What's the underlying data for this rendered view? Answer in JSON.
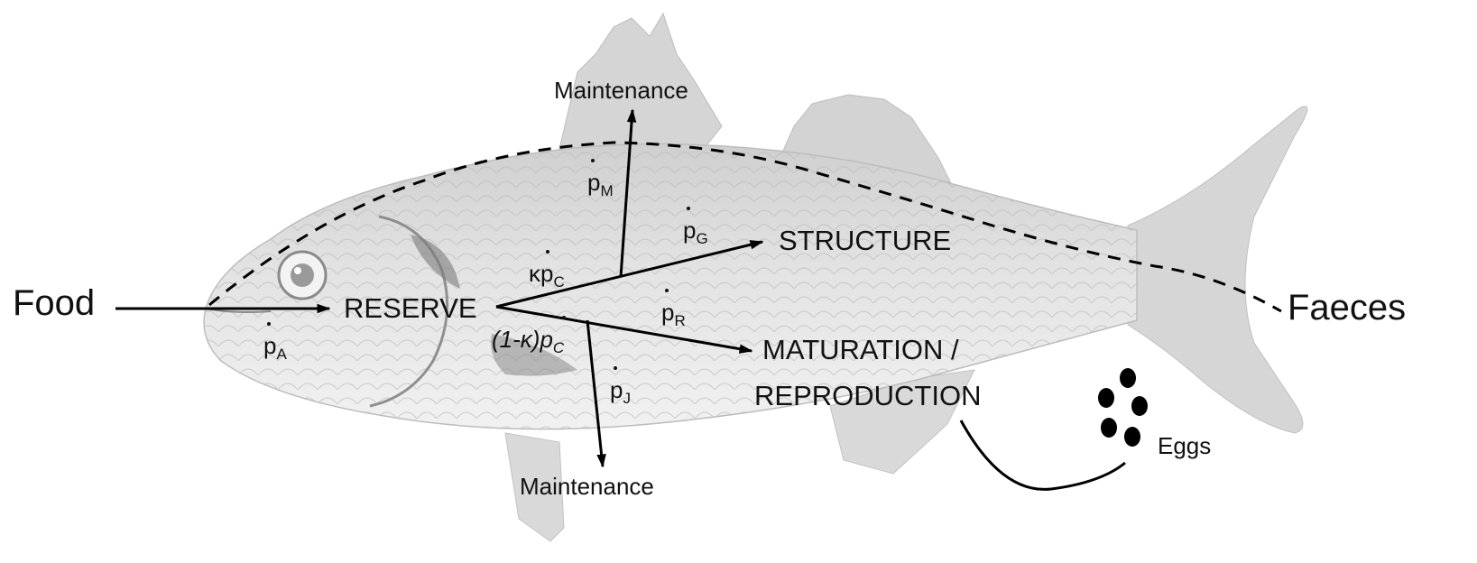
{
  "nodes": {
    "food": "Food",
    "reserve": "RESERVE",
    "structure": "STRUCTURE",
    "maturation": "MATURATION /",
    "reproduction": "REPRODUCTION",
    "maintenance_top": "Maintenance",
    "maintenance_bottom": "Maintenance",
    "faeces": "Faeces",
    "eggs": "Eggs"
  },
  "fluxes": {
    "pA": {
      "p": "p",
      "sub": "A"
    },
    "pM": {
      "p": "p",
      "sub": "M"
    },
    "pG": {
      "p": "p",
      "sub": "G"
    },
    "pR": {
      "p": "p",
      "sub": "R"
    },
    "pJ": {
      "p": "p",
      "sub": "J"
    },
    "kpC": {
      "prefix": "κ",
      "p": "p",
      "sub": "C"
    },
    "one_minus_kpC": {
      "prefix": "(1-κ)",
      "p": "p",
      "sub": "C"
    }
  },
  "icons": {
    "background": "sea-bass-fish-illustration",
    "eggs": "egg-dots"
  },
  "colors": {
    "arrow": "#000000",
    "fish_body": "#e6e6e6",
    "fish_fin": "#d7d7d7",
    "text": "#111111"
  }
}
